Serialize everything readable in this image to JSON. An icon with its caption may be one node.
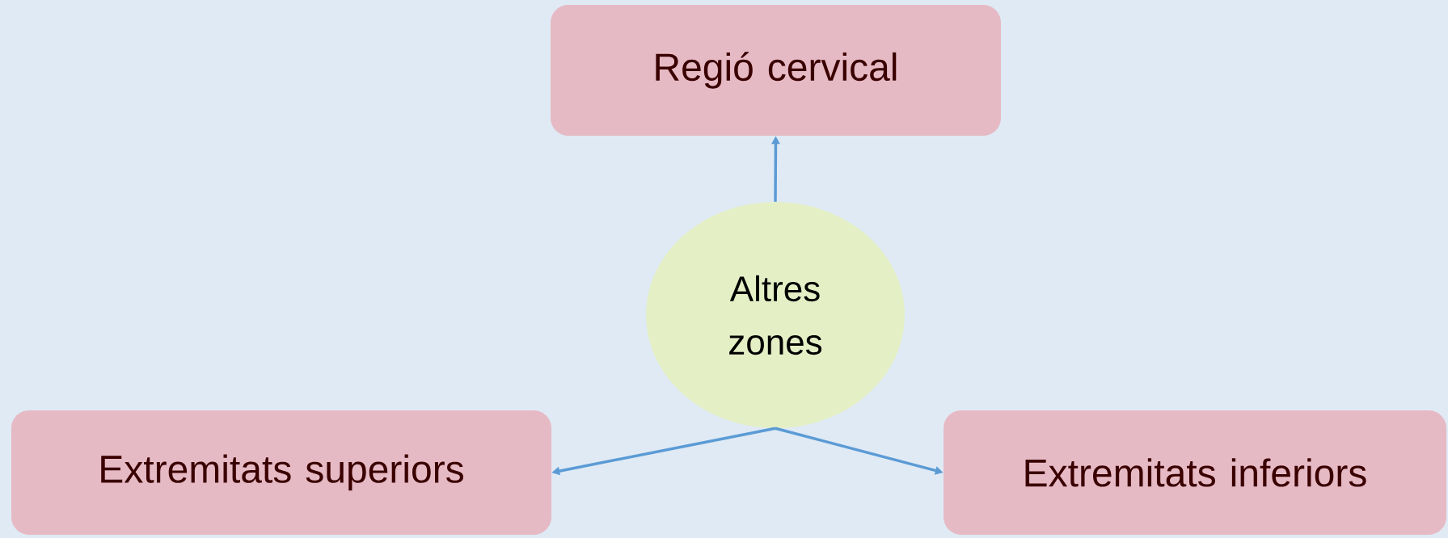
{
  "diagram": {
    "nodes": [
      {
        "text": [
          "Regió cervical"
        ]
      },
      {
        "text": [
          "Altres zones"
        ]
      },
      {
        "text": [
          "Extremitats superiors"
        ]
      },
      {
        "text": [
          "Extremitats inferiors"
        ]
      }
    ],
    "edges": [
      {
        "from": 1,
        "to": 0,
        "arrow": "to"
      },
      {
        "from": 1,
        "to": 2,
        "arrow": "to"
      },
      {
        "from": 1,
        "to": 3,
        "arrow": "to"
      }
    ]
  }
}
